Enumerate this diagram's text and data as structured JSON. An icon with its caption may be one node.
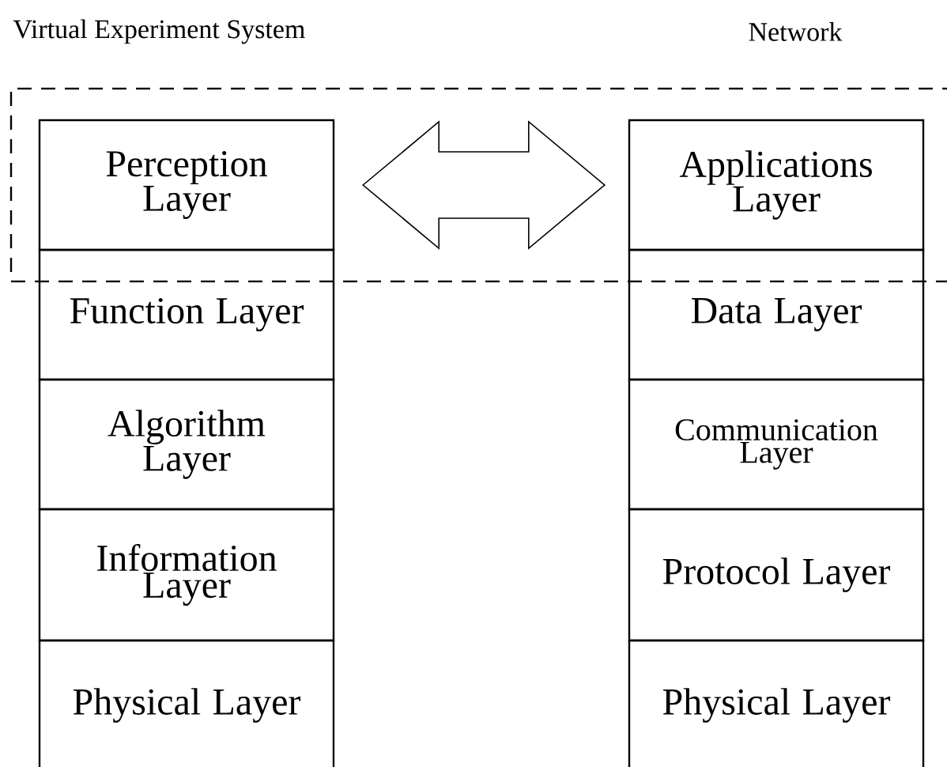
{
  "diagram": {
    "nodes": [
      {
        "text": [],
        "shape": "box"
      },
      {
        "text": [
          "Perception Layer"
        ],
        "in": 0
      },
      {
        "text": [
          "Function Layer"
        ]
      },
      {
        "text": [
          "Algorithm Layer"
        ]
      },
      {
        "text": [
          "Information Layer"
        ]
      },
      {
        "text": [
          "Physical Layer"
        ]
      },
      {
        "text": [
          "Applications Layer"
        ],
        "in": 0
      },
      {
        "text": [
          "Data Layer"
        ]
      },
      {
        "text": [
          "Communication Layer"
        ]
      },
      {
        "text": [
          "Protocol Layer"
        ]
      },
      {
        "text": [
          "Physical Layer"
        ]
      }
    ],
    "edges": [
      {
        "from": 1,
        "to": 6,
        "arrow": "both"
      }
    ],
    "labels": [
      "Virtual Experiment System",
      "Network"
    ]
  }
}
